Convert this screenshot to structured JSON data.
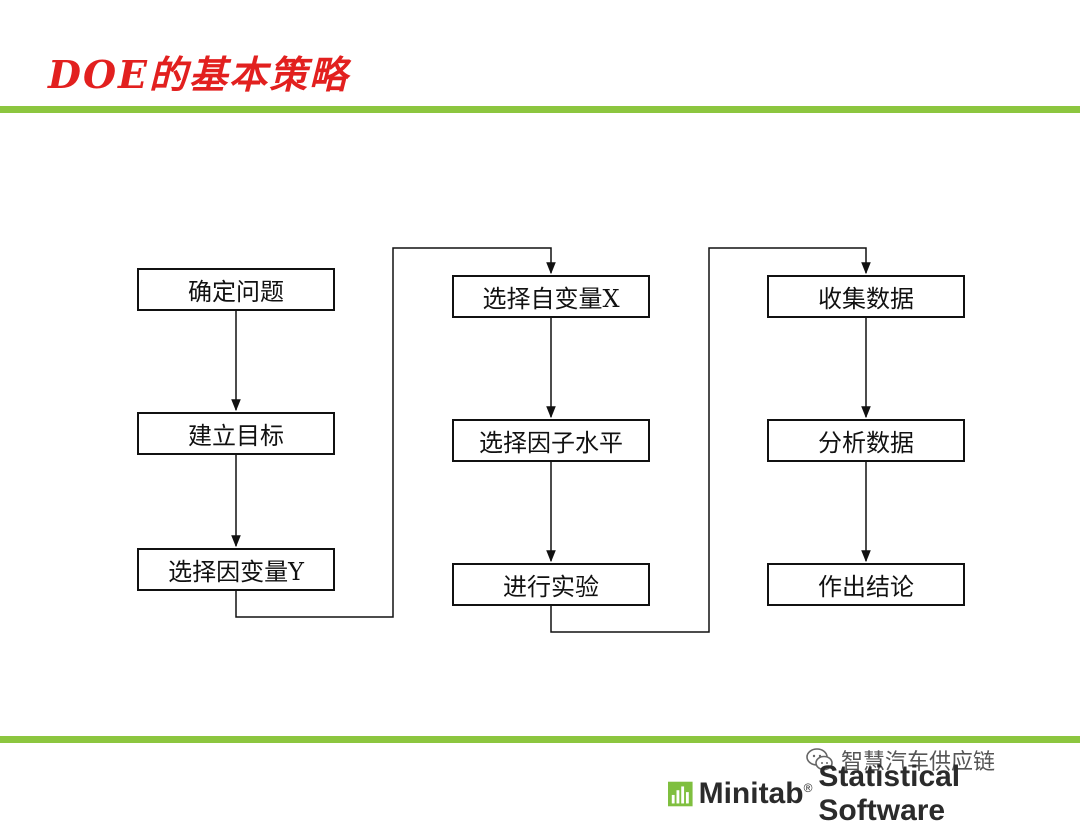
{
  "title": {
    "latin": "DOE",
    "cjk": "的基本策略",
    "latin_color": "#e2201f",
    "cjk_color": "#e2201f"
  },
  "theme": {
    "bar_color": "#8cc63f",
    "box_border": "#111111"
  },
  "steps": [
    {
      "label": "确定问题"
    },
    {
      "label": "建立目标"
    },
    {
      "label": "选择因变量Y"
    },
    {
      "label": "选择自变量X"
    },
    {
      "label": "选择因子水平"
    },
    {
      "label": "进行实验"
    },
    {
      "label": "收集数据"
    },
    {
      "label": "分析数据"
    },
    {
      "label": "作出结论"
    }
  ],
  "watermark": {
    "text": "智慧汽车供应链",
    "icon": "wechat-icon"
  },
  "logo": {
    "brand": "Minitab",
    "registered": "®",
    "tagline": "Statistical Software",
    "icon": "minitab-bars-icon",
    "icon_color": "#7fbf3f"
  }
}
